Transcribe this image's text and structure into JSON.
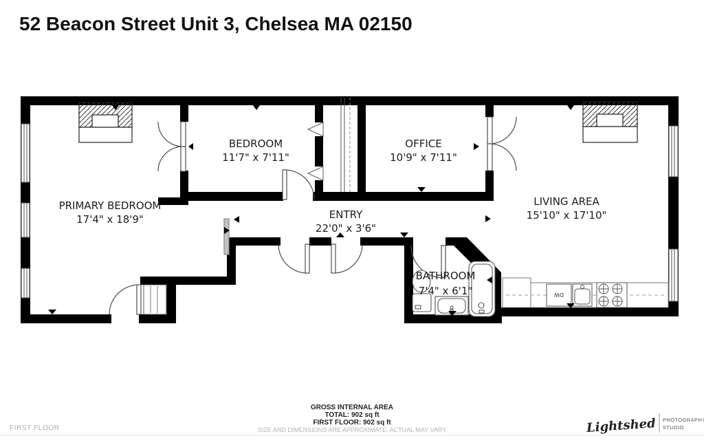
{
  "header": {
    "title": "52 Beacon Street Unit 3, Chelsea MA 02150"
  },
  "rooms": {
    "primary_bedroom": {
      "name": "PRIMARY BEDROOM",
      "dims": "17'4\" x 18'9\""
    },
    "bedroom": {
      "name": "BEDROOM",
      "dims": "11'7\" x 7'11\""
    },
    "office": {
      "name": "OFFICE",
      "dims": "10'9\" x 7'11\""
    },
    "living_area": {
      "name": "LIVING AREA",
      "dims": "15'10\" x 17'10\""
    },
    "entry": {
      "name": "ENTRY",
      "dims": "22'0\" x 3'6\""
    },
    "bathroom": {
      "name": "BATHROOM",
      "dims": "7'4\" x 6'1\""
    }
  },
  "fixtures": {
    "dishwasher_label": "DW"
  },
  "footer": {
    "floor_label": "FIRST FLOOR",
    "area_title": "GROSS INTERNAL AREA",
    "area_total": "TOTAL: 902 sq ft",
    "area_first_floor": "FIRST FLOOR: 902 sq ft",
    "disclaimer": "SIZE AND DIMENSIONS ARE APPROXIMATE, ACTUAL MAY VARY"
  },
  "logo": {
    "name": "Lightshed",
    "line1": "PHOTOGRAPHY",
    "line2": "STUDIO"
  },
  "colors": {
    "wall": "#000000",
    "line": "#4d4d4d",
    "text": "#1c1c1c",
    "muted": "#b3b3b3"
  }
}
